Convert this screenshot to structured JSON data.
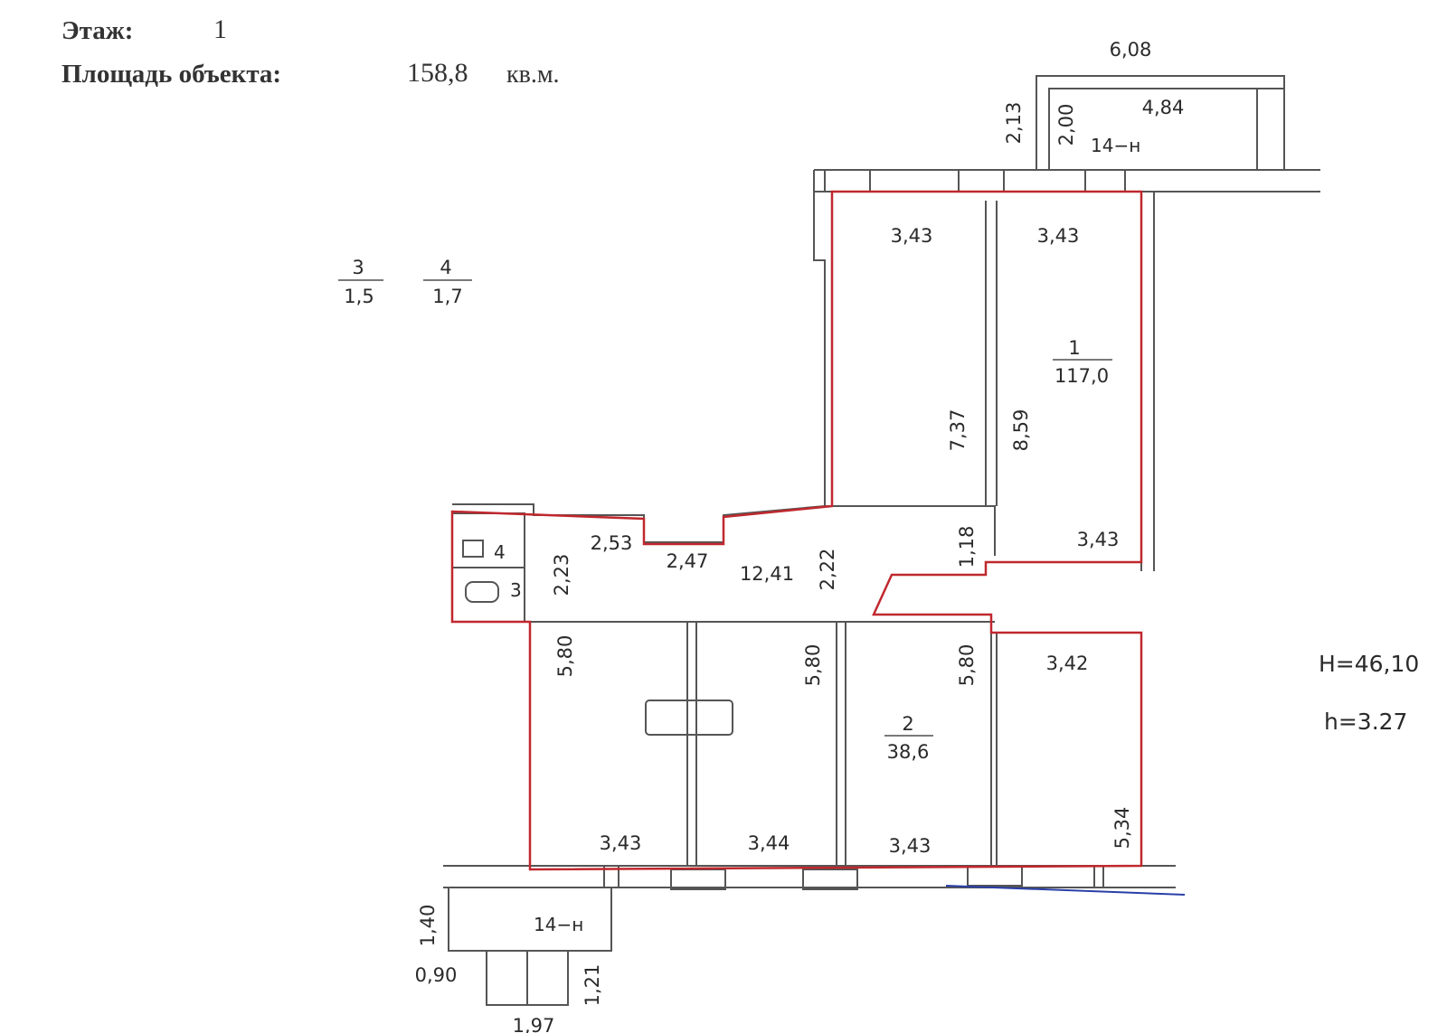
{
  "header": {
    "floor_label": "Этаж:",
    "floor_value": "1",
    "area_label": "Площадь объекта:",
    "area_value": "158,8",
    "area_unit": "кв.м."
  },
  "elevation": {
    "H": "H=46,10",
    "h": "h=3.27"
  },
  "rooms": {
    "room1": {
      "number": "1",
      "area": "117,0"
    },
    "room2": {
      "number": "2",
      "area": "38,6"
    },
    "room3": {
      "number": "3",
      "area": "1,5"
    },
    "room4": {
      "number": "4",
      "area": "1,7"
    }
  },
  "labels": {
    "room3_on_plan": "3",
    "room4_on_plan": "4",
    "porch_top": "14−н",
    "porch_bottom": "14−н"
  },
  "dimensions": {
    "top_porch_width": "6,08",
    "top_porch_depth_outer": "2,13",
    "top_porch_depth_inner": "2,00",
    "top_porch_inner_width": "4,84",
    "upper_left_width": "3,43",
    "upper_right_width": "3,43",
    "upper_left_height": "7,37",
    "upper_right_height": "8,59",
    "upper_right_bottom_width": "3,43",
    "corridor_a": "2,53",
    "corridor_b": "2,47",
    "corridor_area": "12,41",
    "corridor_height_left": "2,23",
    "corridor_height_right": "2,22",
    "corridor_step": "1,18",
    "lower_height_1": "5,80",
    "lower_height_2": "5,80",
    "lower_height_3": "5,80",
    "lower_right_width": "3,42",
    "lower_right_height": "5,34",
    "lower_bottom_1": "3,43",
    "lower_bottom_2": "3,44",
    "lower_bottom_3": "3,43",
    "bottom_porch_depth": "1,40",
    "bottom_stair_offset": "0,90",
    "bottom_stair_depth": "1,21",
    "bottom_stair_width": "1,97"
  },
  "colors": {
    "wall": "#555555",
    "boundary": "#c0282e",
    "blue_line": "#2a3fa8"
  }
}
